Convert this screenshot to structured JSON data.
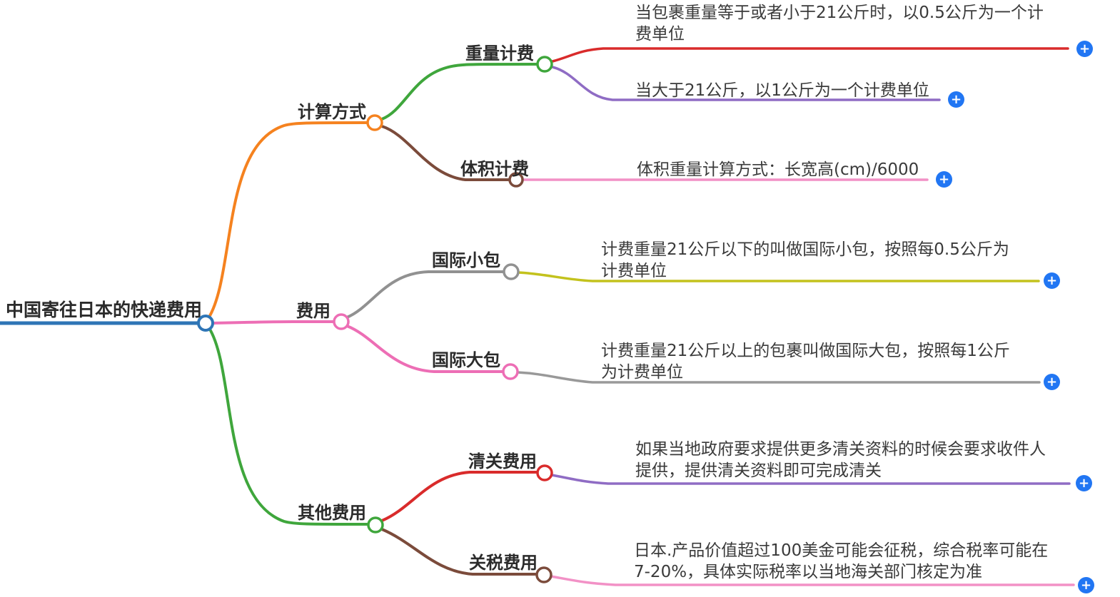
{
  "root": {
    "label": "中国寄往日本的快递费用",
    "color": "#2E75B6"
  },
  "branches": [
    {
      "label": "计算方式",
      "color": "#F5821F",
      "children": [
        {
          "label": "重量计费",
          "color": "#3FA63C",
          "notes": [
            {
              "text": "当包裹重量等于或者小于21公斤时，以0.5公斤为一个计费单位",
              "line_color": "#D92B2B"
            },
            {
              "text": "当大于21公斤，以1公斤为一个计费单位",
              "line_color": "#8F6CC4"
            }
          ]
        },
        {
          "label": "体积计费",
          "color": "#7B4B3B",
          "notes": [
            {
              "text": "体积重量计算方式：长宽高(cm)/6000",
              "line_color": "#F291C6"
            }
          ]
        }
      ]
    },
    {
      "label": "费用",
      "color": "#ED6EB5",
      "children": [
        {
          "label": "国际小包",
          "color": "#919191",
          "notes": [
            {
              "text": "计费重量21公斤以下的叫做国际小包，按照每0.5公斤为计费单位",
              "line_color": "#C3C21D"
            }
          ]
        },
        {
          "label": "国际大包",
          "color": "#ED6EB5",
          "notes": [
            {
              "text": "计费重量21公斤以上的包裹叫做国际大包，按照每1公斤为计费单位",
              "line_color": "#999999"
            }
          ]
        }
      ]
    },
    {
      "label": "其他费用",
      "color": "#3FA63C",
      "children": [
        {
          "label": "清关费用",
          "color": "#D92B2B",
          "notes": [
            {
              "text": "如果当地政府要求提供更多清关资料的时候会要求收件人提供，提供清关资料即可完成清关",
              "line_color": "#8F6CC4"
            }
          ]
        },
        {
          "label": "关税费用",
          "color": "#7B4B3B",
          "notes": [
            {
              "text": "日本.产品价值超过100美金可能会征税，综合税率可能在7-20%，具体实际税率以当地海关部门核定为准",
              "line_color": "#F291C6"
            }
          ]
        }
      ]
    }
  ],
  "ui": {
    "add_symbol": "+",
    "add_button_color": "#2176F3",
    "leaf_text_color": "#3A3A3A",
    "label_text_color": "#2B2B2B",
    "background_color": "#FFFFFF"
  }
}
